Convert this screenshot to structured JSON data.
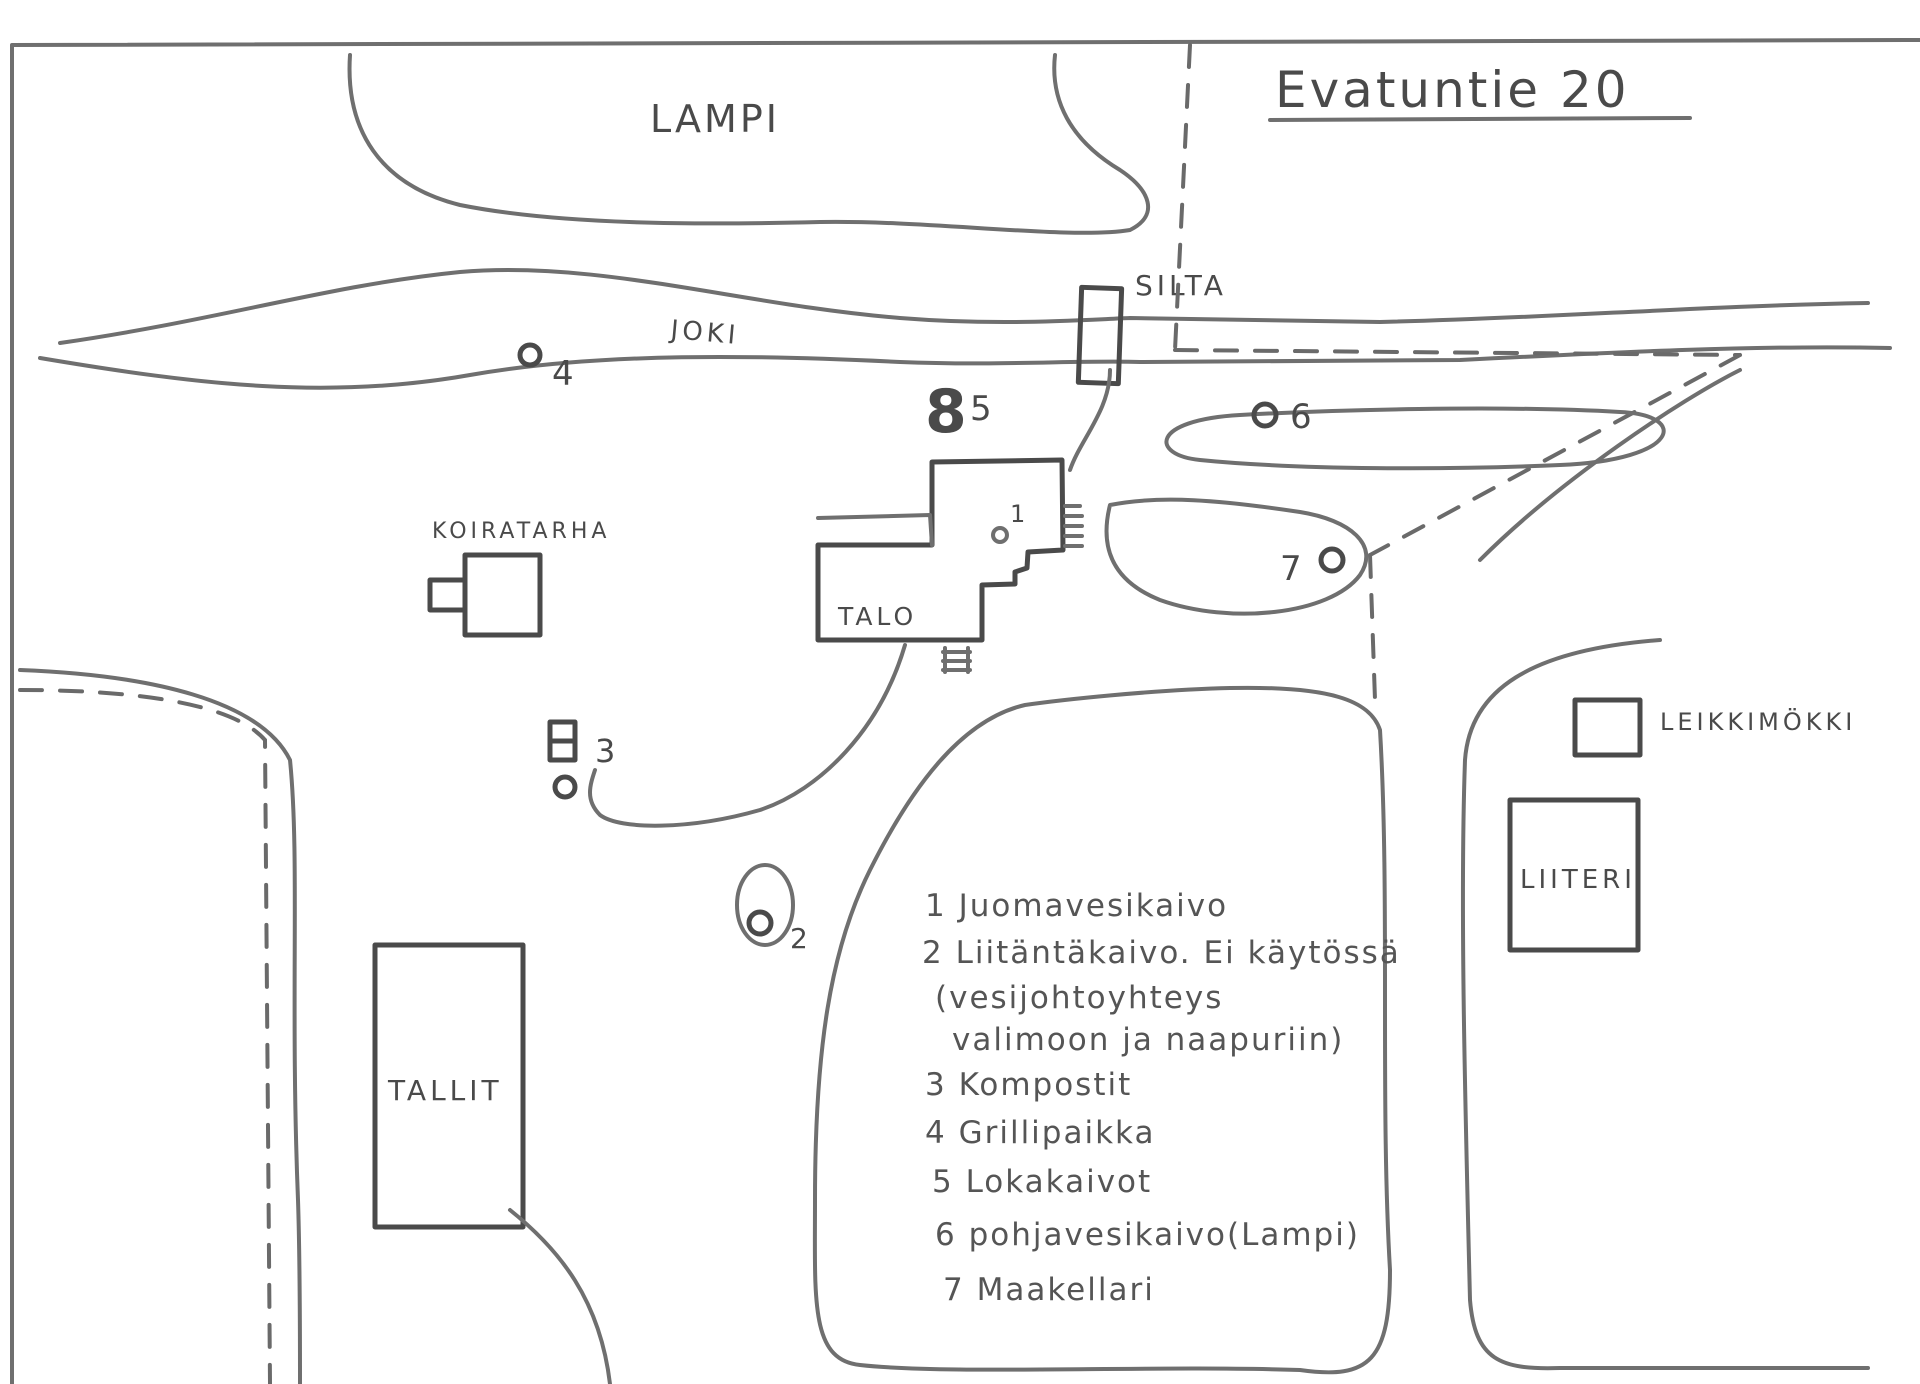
{
  "title": "Evatuntie 20",
  "labels": {
    "lampi": "LAMPI",
    "joki": "JOKI",
    "silta": "SILTA",
    "koiratarha": "KOIRATARHA",
    "talo": "TALO",
    "tallit": "TALLIT",
    "liiteri": "LIITERI",
    "leikkimokki": "LEIKKIMÖKKI"
  },
  "markers": {
    "m1": "1",
    "m2": "2",
    "m3": "3",
    "m4": "4",
    "m5": "5",
    "m6": "6",
    "m7": "7",
    "m8": "8"
  },
  "legend": [
    "1 Juomavesikaivo",
    "2 Liitäntäkaivo. Ei käytössä",
    "(vesijohtoyhteys",
    "valimoon ja naapuriin)",
    "3 Kompostit",
    "4 Grillipaikka",
    "5 Lokakaivot",
    "6 pohjavesikaivo(Lampi)",
    "7 Maakellari"
  ],
  "colors": {
    "pencil": "#6f6f6f",
    "pencil_dark": "#4a4a4a",
    "paper": "#ffffff"
  }
}
